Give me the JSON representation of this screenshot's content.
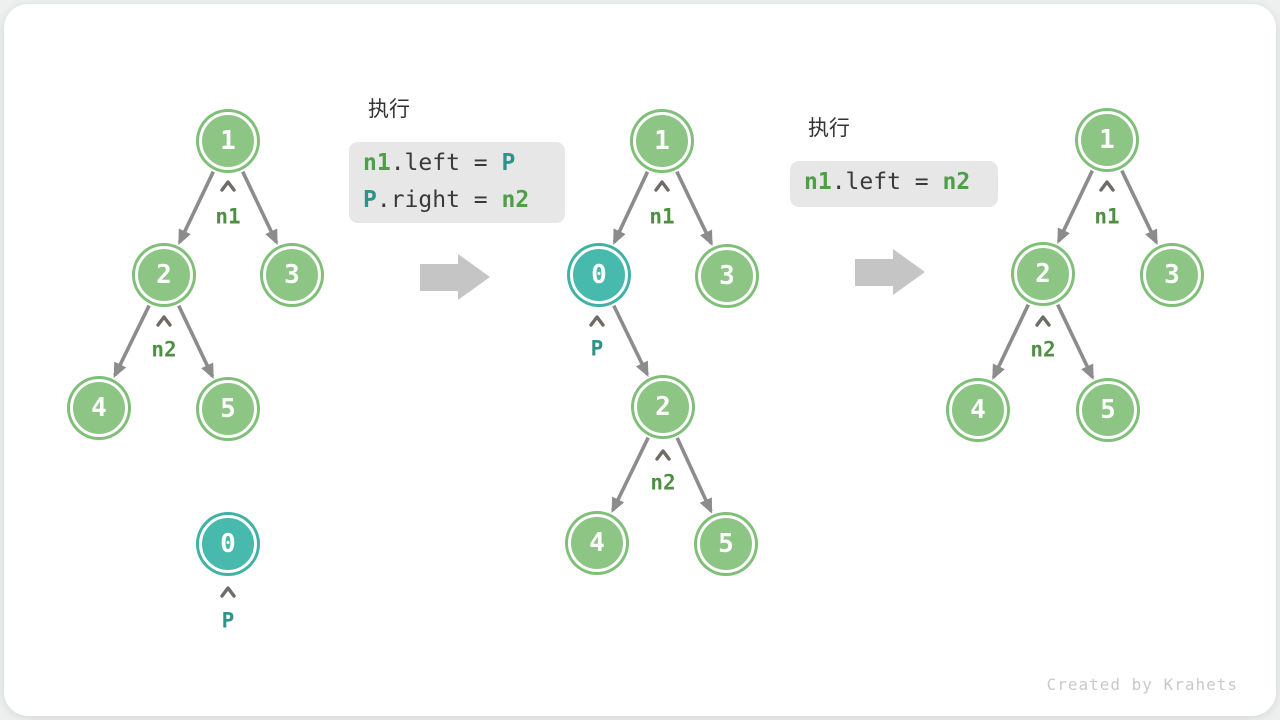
{
  "watermark": "Created by Krahets",
  "exec_blocks": [
    {
      "header": "执行",
      "lines": [
        {
          "tokens": [
            {
              "text": "n1",
              "color": "green"
            },
            {
              "text": ".left = ",
              "color": "plain"
            },
            {
              "text": "P",
              "color": "teal"
            }
          ]
        },
        {
          "tokens": [
            {
              "text": "P",
              "color": "teal"
            },
            {
              "text": ".right = ",
              "color": "plain"
            },
            {
              "text": "n2",
              "color": "green"
            }
          ]
        }
      ]
    },
    {
      "header": "执行",
      "lines": [
        {
          "tokens": [
            {
              "text": "n1",
              "color": "green"
            },
            {
              "text": ".left = ",
              "color": "plain"
            },
            {
              "text": "n2",
              "color": "green"
            }
          ]
        }
      ]
    }
  ],
  "trees": {
    "left": {
      "nodes": [
        {
          "value": "1"
        },
        {
          "value": "2"
        },
        {
          "value": "3"
        },
        {
          "value": "4"
        },
        {
          "value": "5"
        },
        {
          "value": "0"
        }
      ],
      "pointers": [
        {
          "label": "n1"
        },
        {
          "label": "n2"
        },
        {
          "label": "P"
        }
      ]
    },
    "middle": {
      "nodes": [
        {
          "value": "1"
        },
        {
          "value": "0"
        },
        {
          "value": "3"
        },
        {
          "value": "2"
        },
        {
          "value": "4"
        },
        {
          "value": "5"
        }
      ],
      "pointers": [
        {
          "label": "n1"
        },
        {
          "label": "P"
        },
        {
          "label": "n2"
        }
      ]
    },
    "right": {
      "nodes": [
        {
          "value": "1"
        },
        {
          "value": "2"
        },
        {
          "value": "3"
        },
        {
          "value": "4"
        },
        {
          "value": "5"
        }
      ],
      "pointers": [
        {
          "label": "n1"
        },
        {
          "label": "n2"
        }
      ]
    }
  },
  "colors": {
    "node_green": "#8cc584",
    "node_green_ring": "#7fbf78",
    "node_teal": "#48b9ad",
    "node_teal_ring": "#3fb2a5",
    "pointer_green": "#4e8f44",
    "pointer_teal": "#2f938a",
    "code_green": "#4f9e48",
    "code_teal": "#2e938c",
    "code_box_bg": "#e7e7e7",
    "edge_gray": "#8c8c8c",
    "transition_arrow_gray": "#c5c5c5"
  }
}
